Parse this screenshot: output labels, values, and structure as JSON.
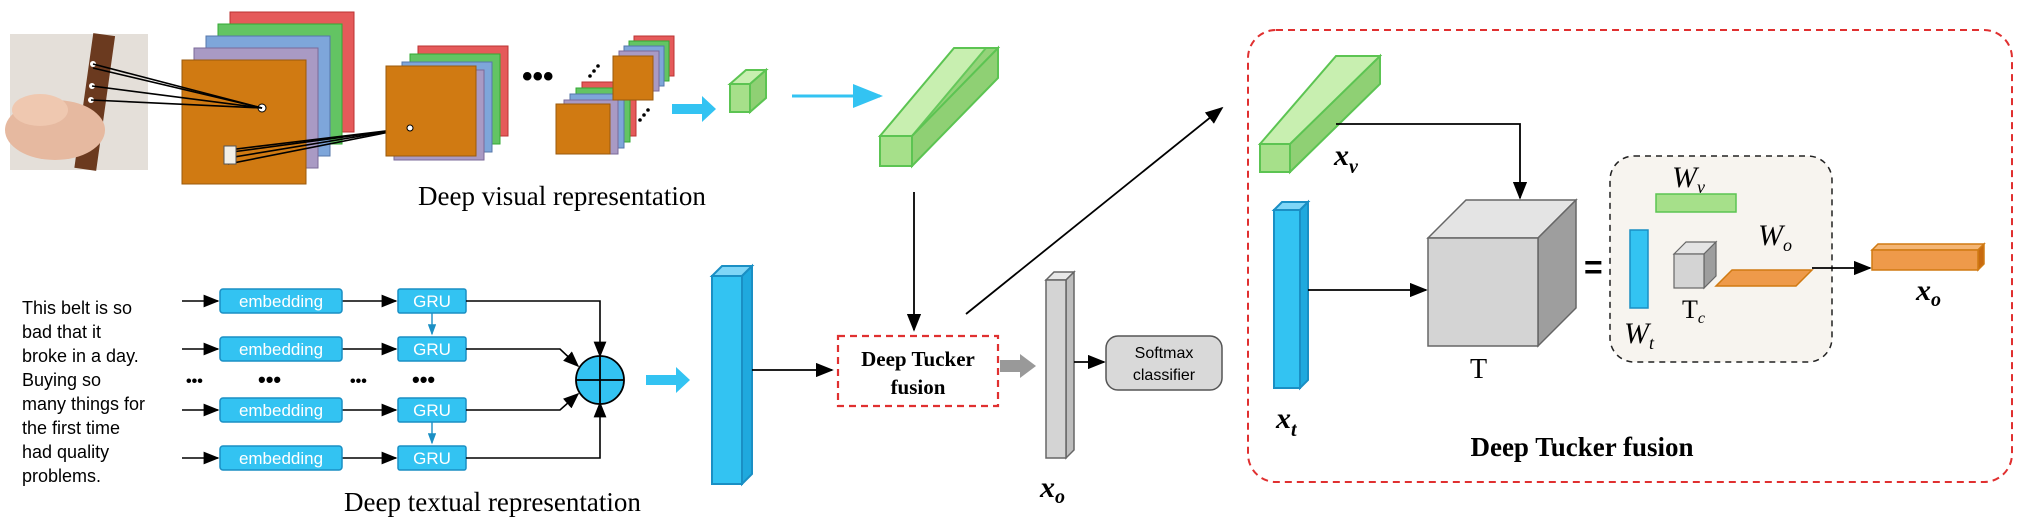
{
  "visual": {
    "caption": "Deep visual representation"
  },
  "textual": {
    "caption": "Deep textual representation",
    "review_lines": [
      "This belt is so",
      "bad that it",
      "broke in a day.",
      "Buying so",
      "many things for",
      "the first time",
      "had quality",
      "problems."
    ],
    "embedding_label": "embedding",
    "gru_label": "GRU",
    "ellipsis": "•••",
    "ellipsis_small": "•••"
  },
  "fusion_box": {
    "line1": "Deep Tucker",
    "line2": "fusion"
  },
  "softmax": {
    "line1": "Softmax",
    "line2": "classifier"
  },
  "output_label": {
    "main": "x",
    "sub": "o"
  },
  "detail": {
    "title": "Deep Tucker fusion",
    "xv": {
      "main": "x",
      "sub": "v"
    },
    "xt": {
      "main": "x",
      "sub": "t"
    },
    "core_tensor": "T",
    "equals": "=",
    "Wv": {
      "main": "W",
      "sub": "v"
    },
    "Wo": {
      "main": "W",
      "sub": "o"
    },
    "Wt": {
      "main": "W",
      "sub": "t"
    },
    "Tc": {
      "main": "T",
      "sub": "c"
    },
    "xo": {
      "main": "x",
      "sub": "o"
    }
  },
  "colors": {
    "cyan": "#33c3f2",
    "cyan_dark": "#1a8fc4",
    "green": "#a6e08a",
    "green_dark": "#5cc452",
    "orange": "#d07a12",
    "orange_light": "#ee9a4a",
    "red_dash": "#e03030",
    "gray": "#d4d4d4"
  }
}
